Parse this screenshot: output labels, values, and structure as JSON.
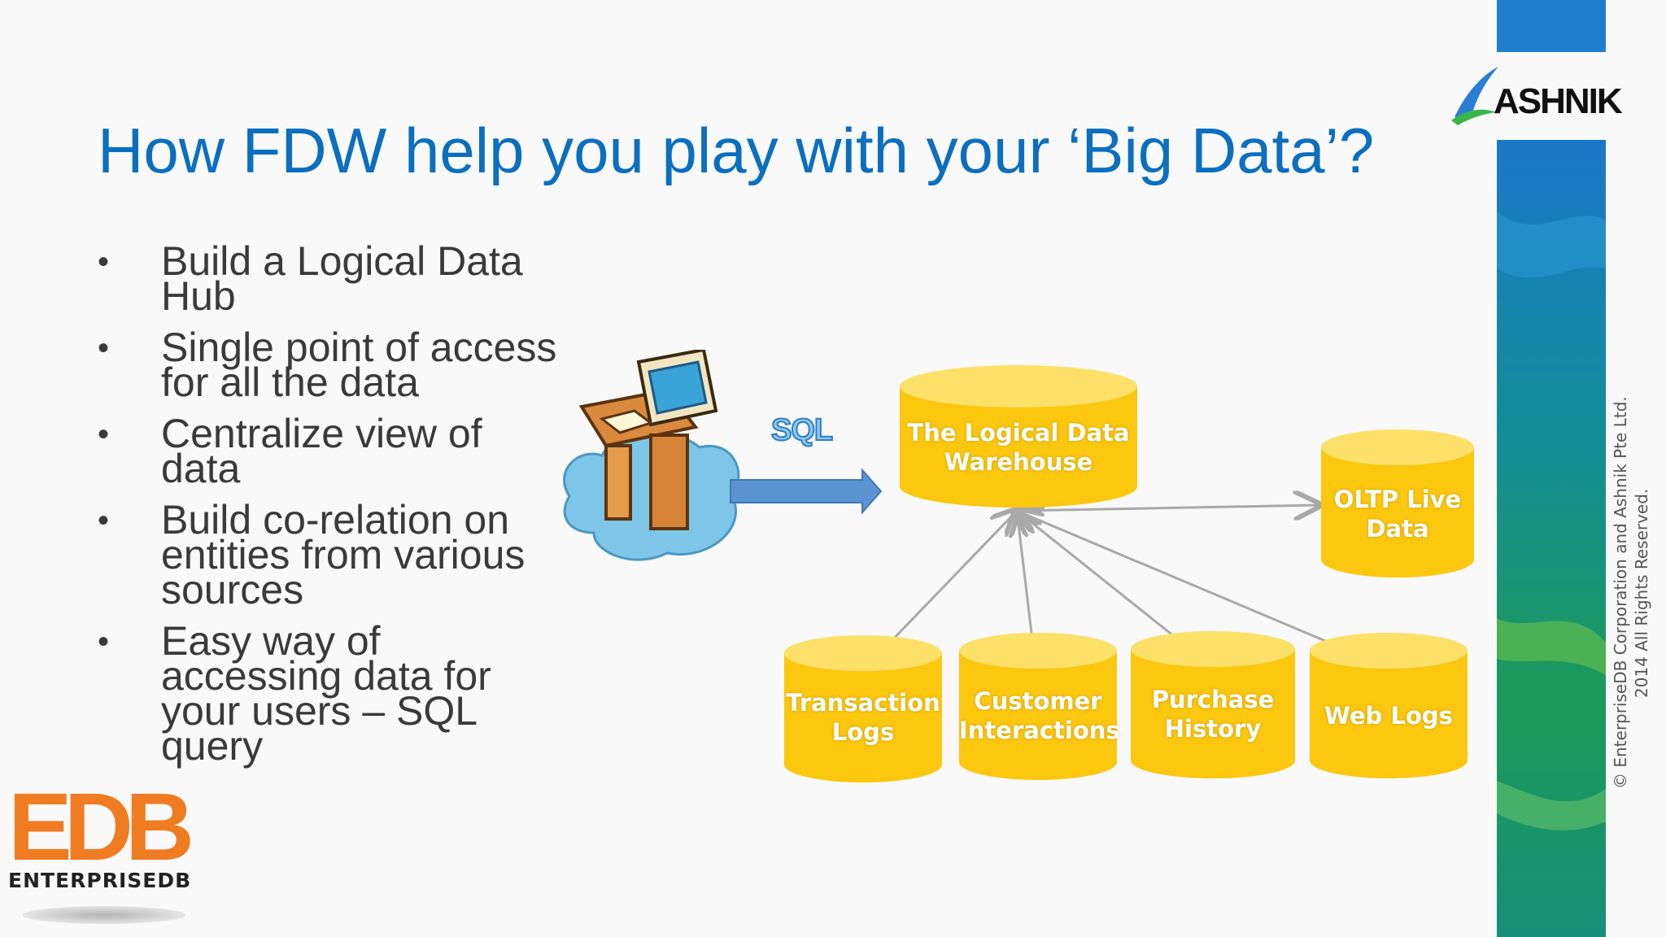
{
  "slide": {
    "title": "How FDW help you play with your ‘Big Data’?",
    "bullets": [
      [
        "Build a Logical Data",
        "Hub"
      ],
      [
        "Single point of access",
        "for all the data"
      ],
      [
        "Centralize view of",
        "data"
      ],
      [
        "Build co-relation on",
        "entities from various",
        "sources"
      ],
      [
        "Easy way of",
        "accessing data for",
        "your users – SQL",
        "query"
      ]
    ],
    "bullet_glyph": "•"
  },
  "diagram": {
    "sql_label": "SQL",
    "warehouse": [
      "The Logical Data",
      "Warehouse"
    ],
    "oltp": [
      "OLTP Live",
      "Data"
    ],
    "sources": [
      [
        "Transaction",
        "Logs"
      ],
      [
        "Customer",
        "Interactions"
      ],
      [
        "Purchase",
        "History"
      ],
      [
        "Web Logs"
      ]
    ]
  },
  "branding": {
    "ashnik_logo_text": "ASHNIK",
    "edb_logo_text": "EDB",
    "edb_wordmark": "ENTERPRISEDB",
    "copyright_line1": "© EnterpriseDB Corporation and Ashnik Pte Ltd.",
    "copyright_line2": "2014 All Rights Reserved."
  },
  "colors": {
    "title": "#0b6fc0",
    "cylinder": "#fcc70f",
    "cylinder_top": "#fde068",
    "arrow": "#5b93d3",
    "connector": "#a9a9a9"
  }
}
